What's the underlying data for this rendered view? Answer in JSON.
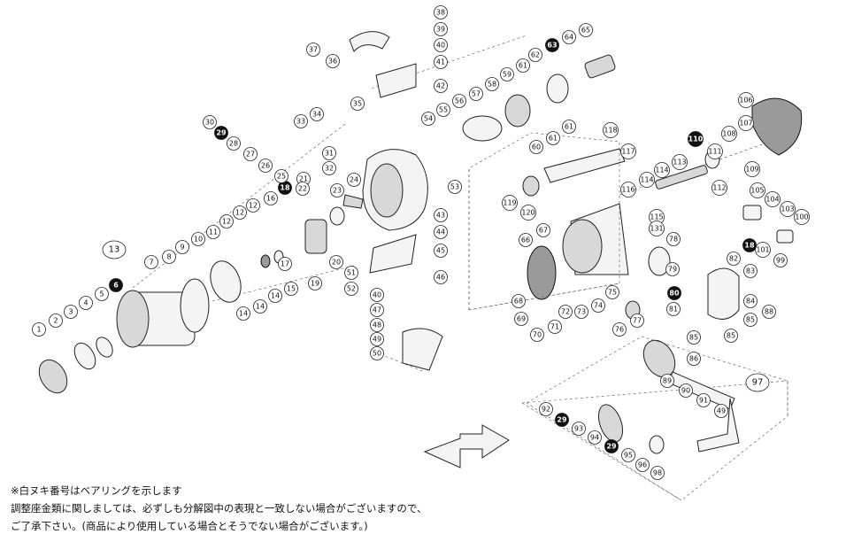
{
  "callouts": [
    {
      "label": "1",
      "bearing": false
    },
    {
      "label": "2",
      "bearing": false
    },
    {
      "label": "3",
      "bearing": false
    },
    {
      "label": "4",
      "bearing": false
    },
    {
      "label": "5",
      "bearing": false
    },
    {
      "label": "6",
      "bearing": true
    },
    {
      "label": "7",
      "bearing": false
    },
    {
      "label": "8",
      "bearing": false
    },
    {
      "label": "9",
      "bearing": false
    },
    {
      "label": "10",
      "bearing": false
    },
    {
      "label": "11",
      "bearing": false
    },
    {
      "label": "12",
      "bearing": false
    },
    {
      "label": "12",
      "bearing": false
    },
    {
      "label": "12",
      "bearing": false
    },
    {
      "label": "14",
      "bearing": false
    },
    {
      "label": "14",
      "bearing": false
    },
    {
      "label": "14",
      "bearing": false
    },
    {
      "label": "15",
      "bearing": false
    },
    {
      "label": "16",
      "bearing": false
    },
    {
      "label": "17",
      "bearing": false
    },
    {
      "label": "18",
      "bearing": true
    },
    {
      "label": "19",
      "bearing": false
    },
    {
      "label": "20",
      "bearing": false
    },
    {
      "label": "21",
      "bearing": false
    },
    {
      "label": "22",
      "bearing": false
    },
    {
      "label": "23",
      "bearing": false
    },
    {
      "label": "24",
      "bearing": false
    },
    {
      "label": "25",
      "bearing": false
    },
    {
      "label": "26",
      "bearing": false
    },
    {
      "label": "27",
      "bearing": false
    },
    {
      "label": "28",
      "bearing": false
    },
    {
      "label": "29",
      "bearing": true
    },
    {
      "label": "30",
      "bearing": false
    },
    {
      "label": "31",
      "bearing": false
    },
    {
      "label": "32",
      "bearing": false
    },
    {
      "label": "33",
      "bearing": false
    },
    {
      "label": "34",
      "bearing": false
    },
    {
      "label": "35",
      "bearing": false
    },
    {
      "label": "36",
      "bearing": false
    },
    {
      "label": "37",
      "bearing": false
    },
    {
      "label": "38",
      "bearing": false
    },
    {
      "label": "39",
      "bearing": false
    },
    {
      "label": "40",
      "bearing": false
    },
    {
      "label": "41",
      "bearing": false
    },
    {
      "label": "42",
      "bearing": false
    },
    {
      "label": "43",
      "bearing": false
    },
    {
      "label": "44",
      "bearing": false
    },
    {
      "label": "45",
      "bearing": false
    },
    {
      "label": "46",
      "bearing": false
    },
    {
      "label": "40",
      "bearing": false
    },
    {
      "label": "47",
      "bearing": false
    },
    {
      "label": "48",
      "bearing": false
    },
    {
      "label": "49",
      "bearing": false
    },
    {
      "label": "50",
      "bearing": false
    },
    {
      "label": "51",
      "bearing": false
    },
    {
      "label": "52",
      "bearing": false
    },
    {
      "label": "53",
      "bearing": false
    },
    {
      "label": "54",
      "bearing": false
    },
    {
      "label": "55",
      "bearing": false
    },
    {
      "label": "56",
      "bearing": false
    },
    {
      "label": "57",
      "bearing": false
    },
    {
      "label": "58",
      "bearing": false
    },
    {
      "label": "59",
      "bearing": false
    },
    {
      "label": "60",
      "bearing": false
    },
    {
      "label": "61",
      "bearing": false
    },
    {
      "label": "61",
      "bearing": false
    },
    {
      "label": "61",
      "bearing": false
    },
    {
      "label": "62",
      "bearing": false
    },
    {
      "label": "63",
      "bearing": true
    },
    {
      "label": "64",
      "bearing": false
    },
    {
      "label": "65",
      "bearing": false
    },
    {
      "label": "66",
      "bearing": false
    },
    {
      "label": "67",
      "bearing": false
    },
    {
      "label": "68",
      "bearing": false
    },
    {
      "label": "69",
      "bearing": false
    },
    {
      "label": "70",
      "bearing": false
    },
    {
      "label": "71",
      "bearing": false
    },
    {
      "label": "72",
      "bearing": false
    },
    {
      "label": "73",
      "bearing": false
    },
    {
      "label": "74",
      "bearing": false
    },
    {
      "label": "75",
      "bearing": false
    },
    {
      "label": "76",
      "bearing": false
    },
    {
      "label": "77",
      "bearing": false
    },
    {
      "label": "78",
      "bearing": false
    },
    {
      "label": "79",
      "bearing": false
    },
    {
      "label": "80",
      "bearing": true
    },
    {
      "label": "81",
      "bearing": false
    },
    {
      "label": "82",
      "bearing": false
    },
    {
      "label": "83",
      "bearing": false
    },
    {
      "label": "84",
      "bearing": false
    },
    {
      "label": "85",
      "bearing": false
    },
    {
      "label": "85",
      "bearing": false
    },
    {
      "label": "85",
      "bearing": false
    },
    {
      "label": "86",
      "bearing": false
    },
    {
      "label": "88",
      "bearing": false
    },
    {
      "label": "89",
      "bearing": false
    },
    {
      "label": "90",
      "bearing": false
    },
    {
      "label": "91",
      "bearing": false
    },
    {
      "label": "49",
      "bearing": false
    },
    {
      "label": "92",
      "bearing": false
    },
    {
      "label": "29",
      "bearing": true
    },
    {
      "label": "93",
      "bearing": false
    },
    {
      "label": "94",
      "bearing": false
    },
    {
      "label": "29",
      "bearing": true
    },
    {
      "label": "95",
      "bearing": false
    },
    {
      "label": "96",
      "bearing": false
    },
    {
      "label": "98",
      "bearing": false
    },
    {
      "label": "99",
      "bearing": false
    },
    {
      "label": "100",
      "bearing": false
    },
    {
      "label": "101",
      "bearing": false
    },
    {
      "label": "103",
      "bearing": false
    },
    {
      "label": "104",
      "bearing": false
    },
    {
      "label": "105",
      "bearing": false
    },
    {
      "label": "106",
      "bearing": false
    },
    {
      "label": "107",
      "bearing": false
    },
    {
      "label": "108",
      "bearing": false
    },
    {
      "label": "109",
      "bearing": false
    },
    {
      "label": "110",
      "bearing": true
    },
    {
      "label": "111",
      "bearing": false
    },
    {
      "label": "112",
      "bearing": false
    },
    {
      "label": "113",
      "bearing": false
    },
    {
      "label": "114",
      "bearing": false
    },
    {
      "label": "114",
      "bearing": false
    },
    {
      "label": "115",
      "bearing": false
    },
    {
      "label": "116",
      "bearing": false
    },
    {
      "label": "117",
      "bearing": false
    },
    {
      "label": "118",
      "bearing": false
    },
    {
      "label": "119",
      "bearing": false
    },
    {
      "label": "120",
      "bearing": false
    },
    {
      "label": "18",
      "bearing": true
    },
    {
      "label": "131",
      "bearing": false
    }
  ],
  "groups": [
    {
      "label": "13"
    },
    {
      "label": "97"
    }
  ],
  "notes": [
    "※白ヌキ番号はベアリングを示します",
    "調整座金類に関しましては、必ずしも分解図中の表現と一致しない場合がございますので、",
    "ご了承下さい。(商品により使用している場合とそうでない場合がございます。)"
  ]
}
